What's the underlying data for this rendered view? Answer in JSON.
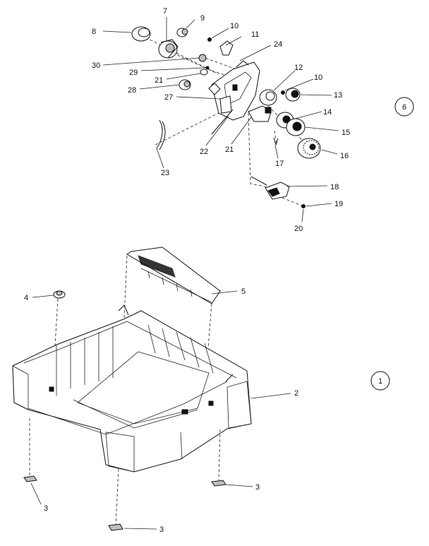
{
  "callouts": {
    "c1": "1",
    "c2": "2",
    "c3a": "3",
    "c3b": "3",
    "c3c": "3",
    "c4": "4",
    "c5": "5",
    "c6": "6",
    "c7": "7",
    "c8": "8",
    "c9": "9",
    "c10a": "10",
    "c10b": "10",
    "c11": "11",
    "c12": "12",
    "c13": "13",
    "c14": "14",
    "c15": "15",
    "c16": "16",
    "c17": "17",
    "c18": "18",
    "c19": "19",
    "c20": "20",
    "c21a": "21",
    "c21b": "21",
    "c22": "22",
    "c23": "23",
    "c24": "24",
    "c27": "27",
    "c28": "28",
    "c29": "29",
    "c30": "30"
  },
  "circled_refs": {
    "ref6": "6",
    "ref1": "1"
  }
}
